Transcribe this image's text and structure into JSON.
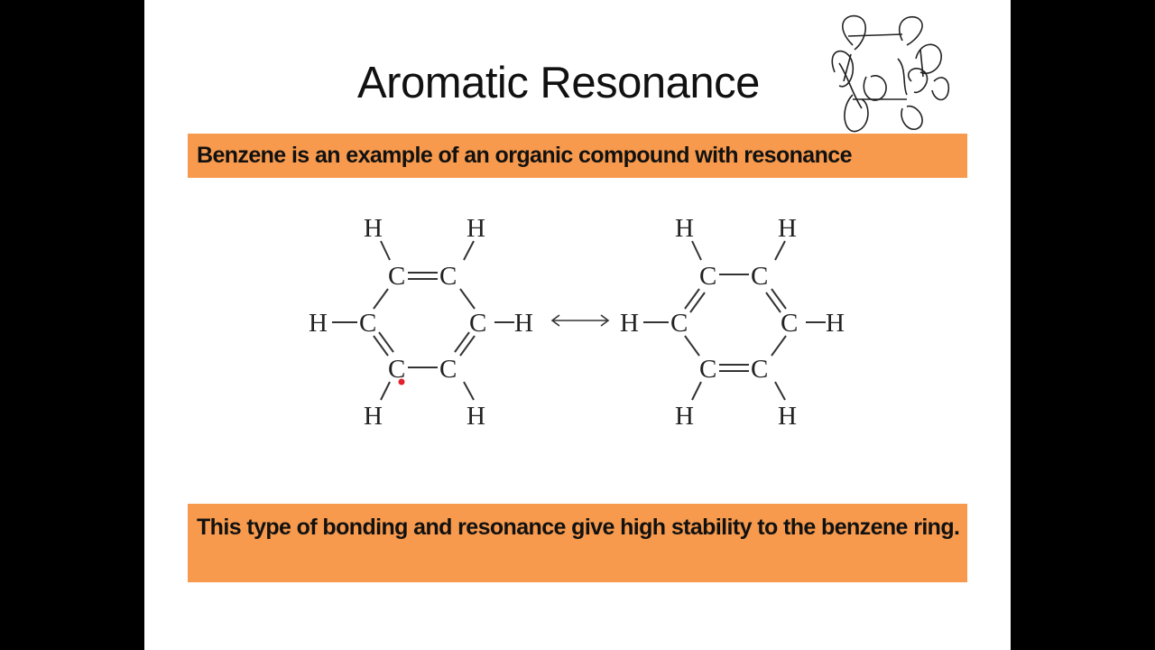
{
  "slide": {
    "title": "Aromatic Resonance",
    "banner_top": "Benzene is an example of an organic compound with resonance",
    "banner_bottom": "This type of bonding and resonance give high stability to the benzene ring.",
    "colors": {
      "banner": "#F79A4D",
      "background": "#FFFFFF",
      "letterbox": "#000000",
      "annotation_dot": "#E0202A"
    },
    "structures": {
      "atom_carbon": "C",
      "atom_hydrogen": "H",
      "resonance_arrow": "↔"
    },
    "doodle": "hand-drawn benzene orbital sketch"
  }
}
